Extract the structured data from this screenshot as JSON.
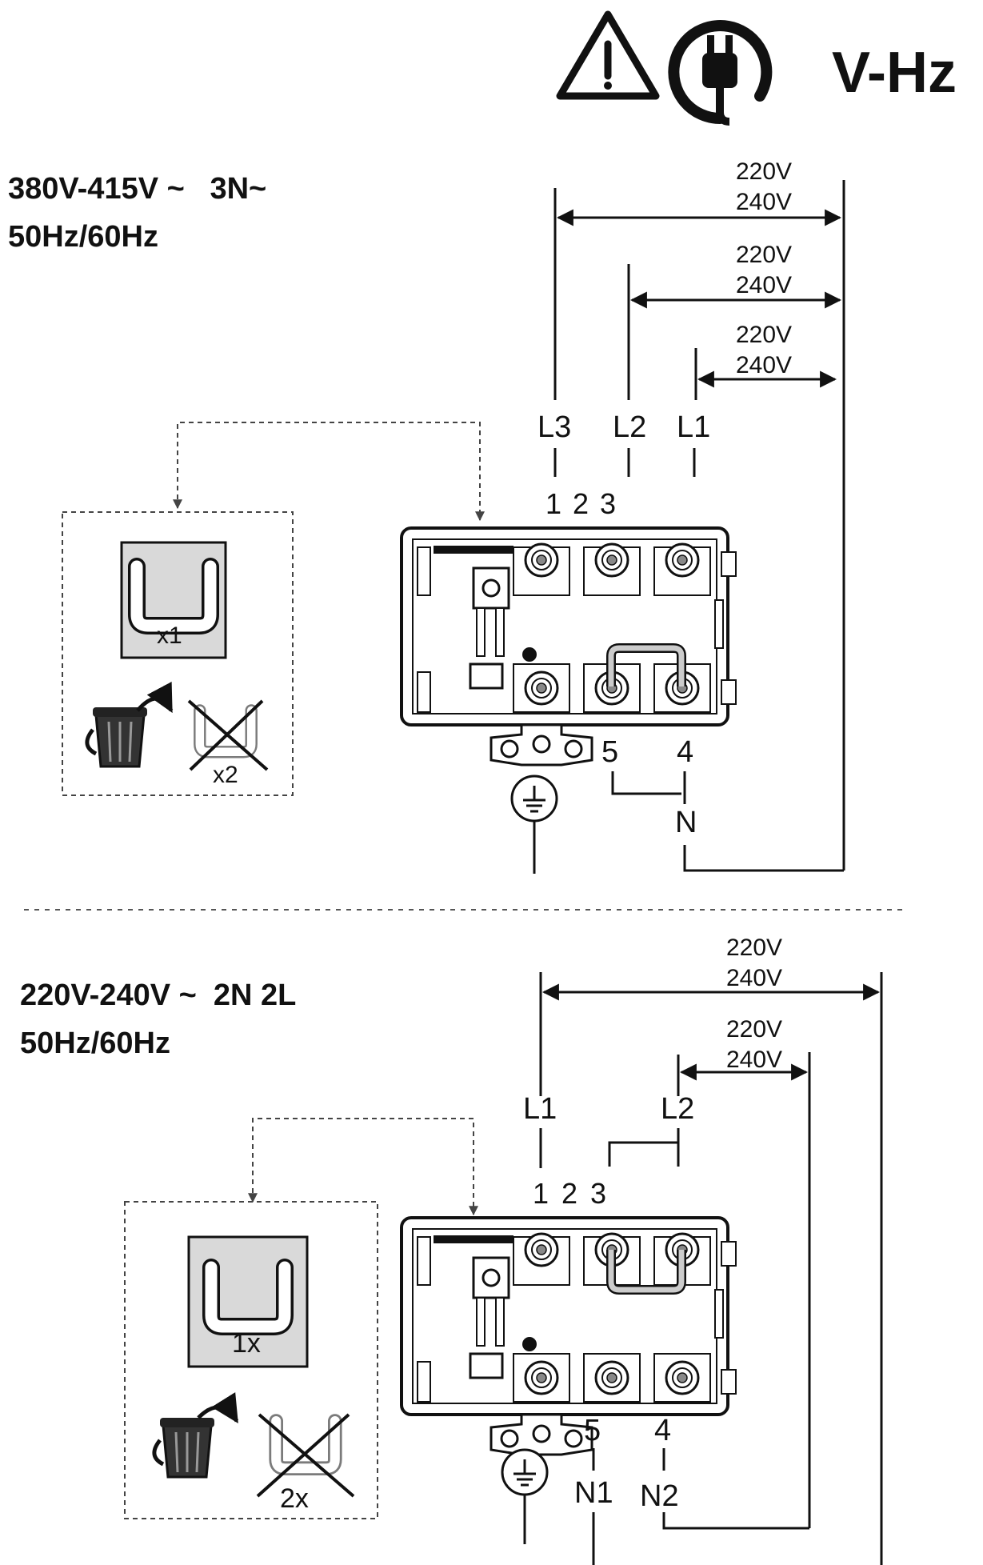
{
  "header": {
    "warning_icon": "warning-triangle-icon",
    "plug_icon": "power-plug-icon",
    "vhz_label": "V-Hz"
  },
  "section1": {
    "spec_line1": "380V-415V ~   3N~",
    "spec_line2": "50Hz/60Hz",
    "voltages": [
      {
        "top": "220V",
        "bottom": "240V"
      },
      {
        "top": "220V",
        "bottom": "240V"
      },
      {
        "top": "220V",
        "bottom": "240V"
      }
    ],
    "phase_labels": [
      "L3",
      "L2",
      "L1"
    ],
    "terminal_numbers": [
      "1",
      "2",
      "3"
    ],
    "lower_terminals": [
      "5",
      "4"
    ],
    "neutral_label": "N",
    "bridge_count": "x1",
    "discard_count": "x2"
  },
  "section2": {
    "spec_line1": "220V-240V ~  2N 2L",
    "spec_line2": "50Hz/60Hz",
    "voltages": [
      {
        "top": "220V",
        "bottom": "240V"
      },
      {
        "top": "220V",
        "bottom": "240V"
      }
    ],
    "phase_labels": [
      "L1",
      "L2"
    ],
    "terminal_numbers": [
      "1",
      "2",
      "3"
    ],
    "lower_terminals": [
      "5",
      "4"
    ],
    "neutral_labels": [
      "N1",
      "N2"
    ],
    "bridge_count": "1x",
    "discard_count": "2x"
  },
  "colors": {
    "ink": "#111111",
    "panel_gray": "#d9d9d9"
  }
}
